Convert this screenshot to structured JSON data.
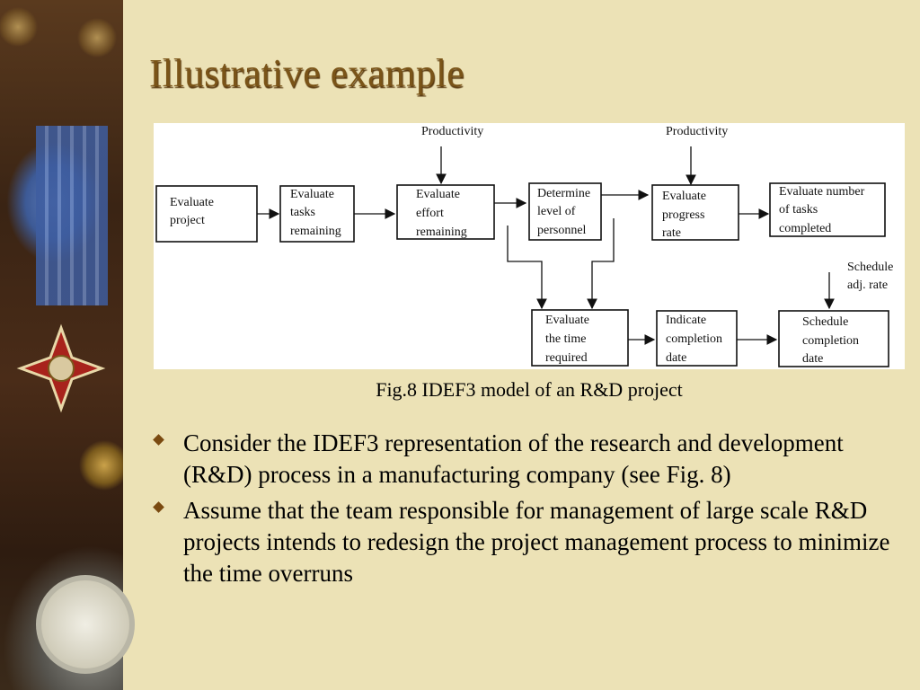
{
  "slide": {
    "title": "Illustrative example",
    "caption": "Fig.8 IDEF3 model of an R&D project",
    "bullets": [
      "Consider the IDEF3 representation of the research and development (R&D) process in a manufacturing company (see Fig. 8)",
      "Assume that the team responsible for management of large scale R&D projects intends to redesign the project management process to minimize the time overruns"
    ]
  },
  "diagram": {
    "boxes": [
      {
        "id": "evaluate-project",
        "lines": [
          "Evaluate",
          "project"
        ]
      },
      {
        "id": "evaluate-tasks-remaining",
        "lines": [
          "Evaluate",
          "tasks",
          "remaining"
        ]
      },
      {
        "id": "evaluate-effort-remaining",
        "lines": [
          "Evaluate",
          "effort",
          "remaining"
        ]
      },
      {
        "id": "determine-level-of-personnel",
        "lines": [
          "Determine",
          "level of",
          "personnel"
        ]
      },
      {
        "id": "evaluate-progress-rate",
        "lines": [
          "Evaluate",
          "progress",
          "rate"
        ]
      },
      {
        "id": "evaluate-number-of-tasks-completed",
        "lines": [
          "Evaluate number",
          "of tasks",
          "completed"
        ]
      },
      {
        "id": "evaluate-the-time-required",
        "lines": [
          "Evaluate",
          "the time",
          "required"
        ]
      },
      {
        "id": "indicate-completion-date",
        "lines": [
          "Indicate",
          "completion",
          "date"
        ]
      },
      {
        "id": "schedule-completion-date",
        "lines": [
          "Schedule",
          "completion",
          "date"
        ]
      }
    ],
    "inputs": [
      {
        "id": "productivity-1",
        "lines": [
          "Productivity"
        ]
      },
      {
        "id": "productivity-2",
        "lines": [
          "Productivity"
        ]
      },
      {
        "id": "schedule-adj-rate",
        "lines": [
          "Schedule",
          "adj. rate"
        ]
      }
    ]
  }
}
